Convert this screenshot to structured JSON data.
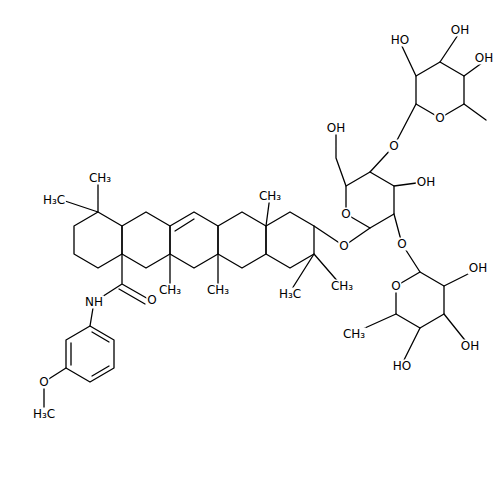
{
  "diagram": {
    "labels": [
      "CH₃",
      "H₃C",
      "NH",
      "O",
      "O",
      "H₃C",
      "CH₃",
      "CH₃",
      "CH₃",
      "H₃C",
      "CH₃",
      "O",
      "O",
      "OH",
      "O",
      "OH",
      "O",
      "HO",
      "OH",
      "OH",
      "O",
      "O",
      "OH",
      "OH",
      "HO",
      "CH₃"
    ]
  }
}
